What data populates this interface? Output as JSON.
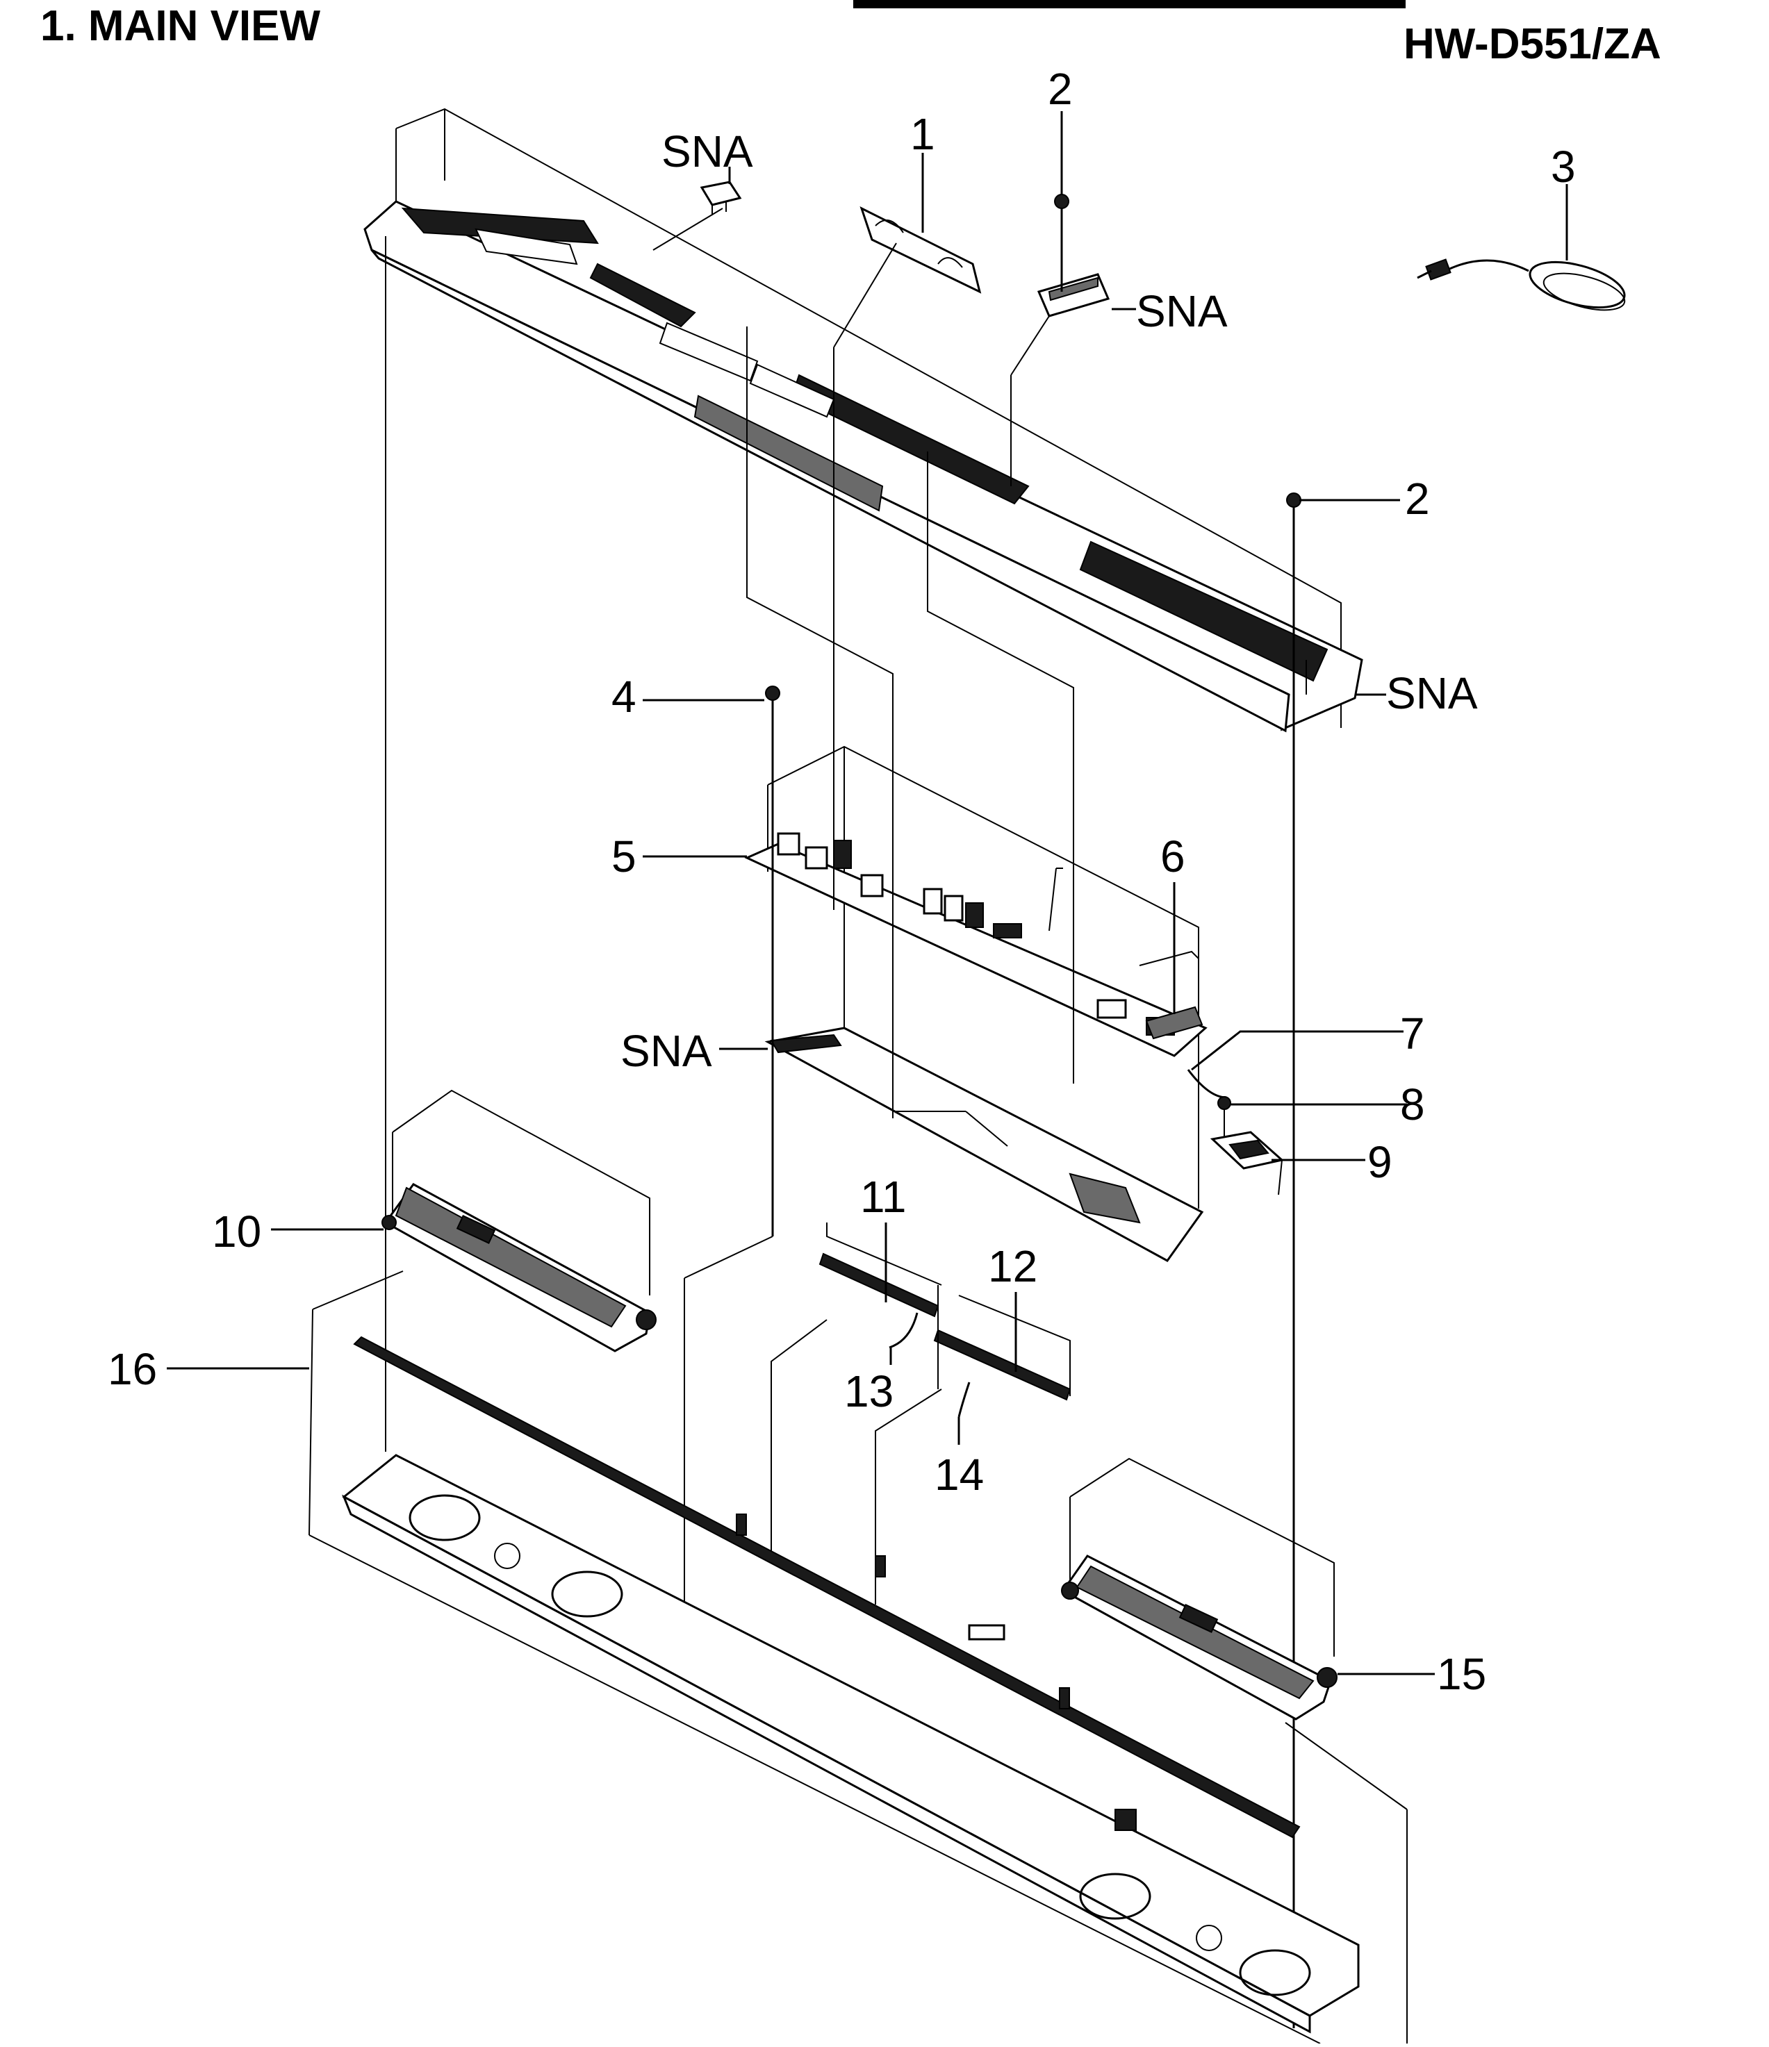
{
  "header": {
    "title": "1. MAIN VIEW",
    "model": "HW-D551/ZA"
  },
  "callouts": {
    "c1": "1",
    "c2a": "2",
    "c2b": "2",
    "c3": "3",
    "c4": "4",
    "c5": "5",
    "c6": "6",
    "c7": "7",
    "c8": "8",
    "c9": "9",
    "c10": "10",
    "c11": "11",
    "c12": "12",
    "c13": "13",
    "c14": "14",
    "c15": "15",
    "c16": "16",
    "sna_top": "SNA",
    "sna_bracket": "SNA",
    "sna_right": "SNA",
    "sna_board": "SNA"
  }
}
